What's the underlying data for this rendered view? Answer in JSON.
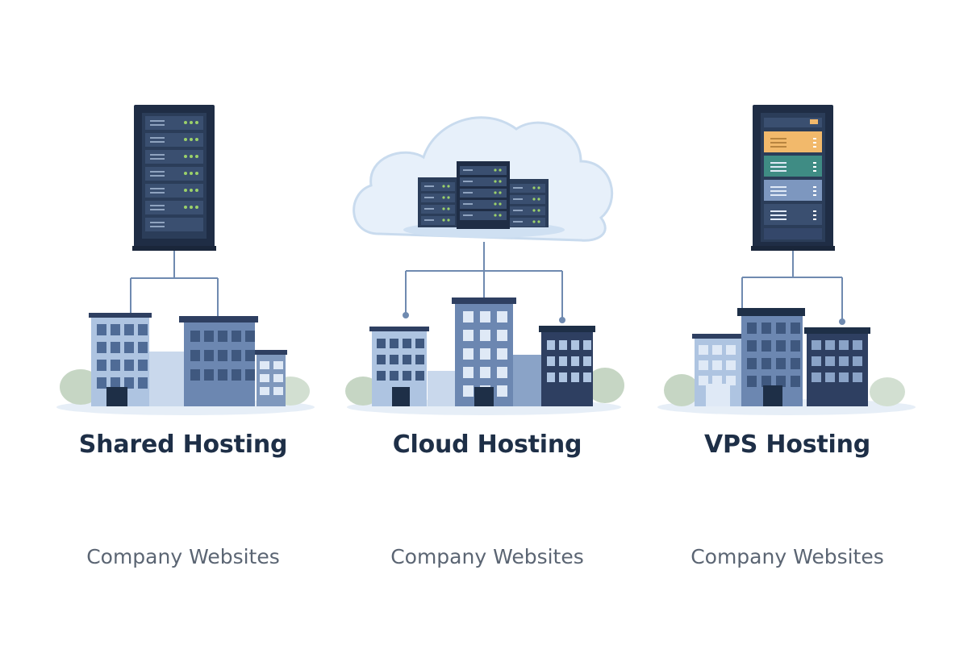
{
  "colors": {
    "rack": "#2b3d59",
    "rack_frame": "#1f2d45",
    "unit": "#3a4f70",
    "led_green": "#9bd16a",
    "led_dim": "#8fa3bf",
    "line": "#6f8ab0",
    "cloud": "#e7f0fa",
    "cloud_edge": "#c9dbee",
    "building_light": "#aec4e1",
    "building_mid": "#6c87b1",
    "building_dark": "#2e3f61",
    "window_light": "#dfe9f6",
    "bush": "#c6d6c4",
    "ground": "#e6eef7",
    "vps_orange": "#f2b96b",
    "vps_teal": "#3f8c84",
    "vps_blue": "#7d97bf"
  },
  "panels": [
    {
      "id": "shared",
      "title": "Shared Hosting",
      "subtitle": "Company Websites"
    },
    {
      "id": "cloud",
      "title": "Cloud Hosting",
      "subtitle": "Company Websites"
    },
    {
      "id": "vps",
      "title": "VPS Hosting",
      "subtitle": "Company Websites"
    }
  ]
}
